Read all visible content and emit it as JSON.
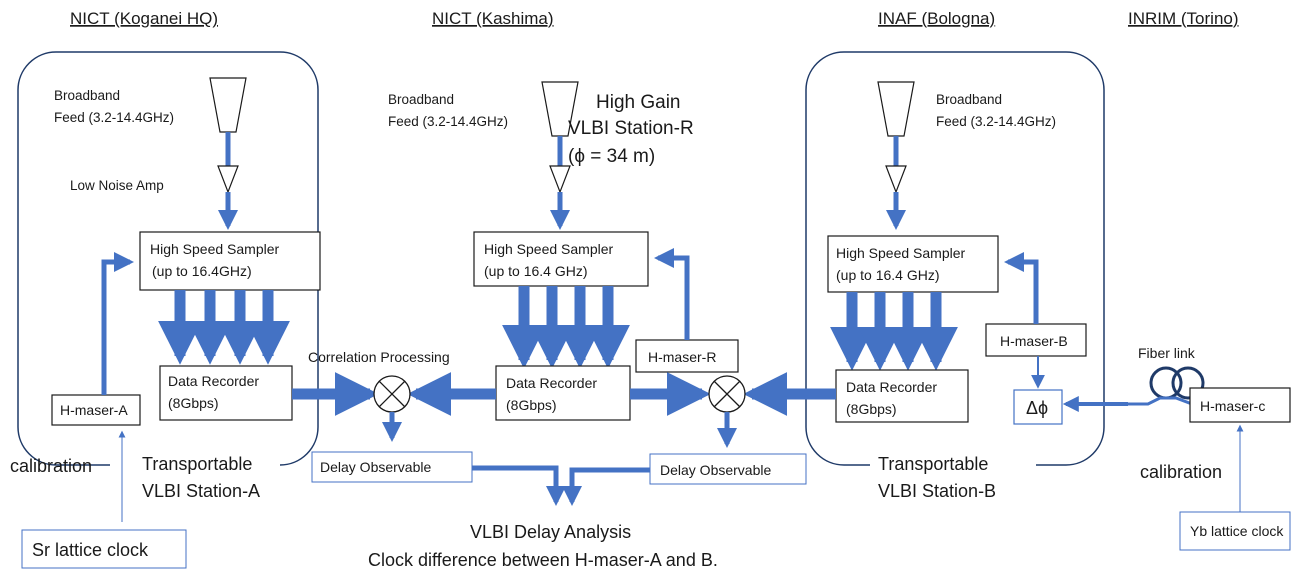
{
  "colors": {
    "arrow": "#4472c4",
    "box": "#4472c4",
    "text": "#1a1a1a"
  },
  "sites": {
    "koganei": "NICT (Koganei HQ)",
    "kashima": "NICT (Kashima)",
    "bologna": "INAF (Bologna)",
    "torino": "INRIM (Torino)"
  },
  "station_a": {
    "feed_line1": "Broadband",
    "feed_line2": "Feed (3.2-14.4GHz)",
    "lna": "Low Noise Amp",
    "sampler_line1": "High Speed Sampler",
    "sampler_line2": "(up to 16.4GHz)",
    "recorder_line1": "Data Recorder",
    "recorder_line2": "(8Gbps)",
    "maser": "H-maser-A",
    "caption_line1": "Transportable",
    "caption_line2": "VLBI Station-A",
    "calibration": "calibration",
    "clock": "Sr lattice clock"
  },
  "station_r": {
    "feed_line1": "Broadband",
    "feed_line2": "Feed (3.2-14.4GHz)",
    "title_line1": "High Gain",
    "title_line2": "VLBI Station-R",
    "title_line3": "(ϕ = 34 m)",
    "sampler_line1": "High Speed Sampler",
    "sampler_line2": "(up to 16.4 GHz)",
    "recorder_line1": "Data Recorder",
    "recorder_line2": "(8Gbps)",
    "maser": "H-maser-R"
  },
  "station_b": {
    "feed_line1": "Broadband",
    "feed_line2": "Feed (3.2-14.4GHz)",
    "sampler_line1": "High Speed Sampler",
    "sampler_line2": "(up to 16.4 GHz)",
    "recorder_line1": "Data Recorder",
    "recorder_line2": "(8Gbps)",
    "maser": "H-maser-B",
    "phase": "Δϕ",
    "caption_line1": "Transportable",
    "caption_line2": "VLBI Station-B"
  },
  "torino": {
    "fiber": "Fiber link",
    "maser": "H-maser-c",
    "calibration": "calibration",
    "clock": "Yb lattice clock"
  },
  "processing": {
    "correlation": "Correlation Processing",
    "delay_left": "Delay Observable",
    "delay_right": "Delay Observable",
    "analysis_line1": "VLBI Delay Analysis",
    "analysis_line2": "Clock difference between H-maser-A and B."
  }
}
